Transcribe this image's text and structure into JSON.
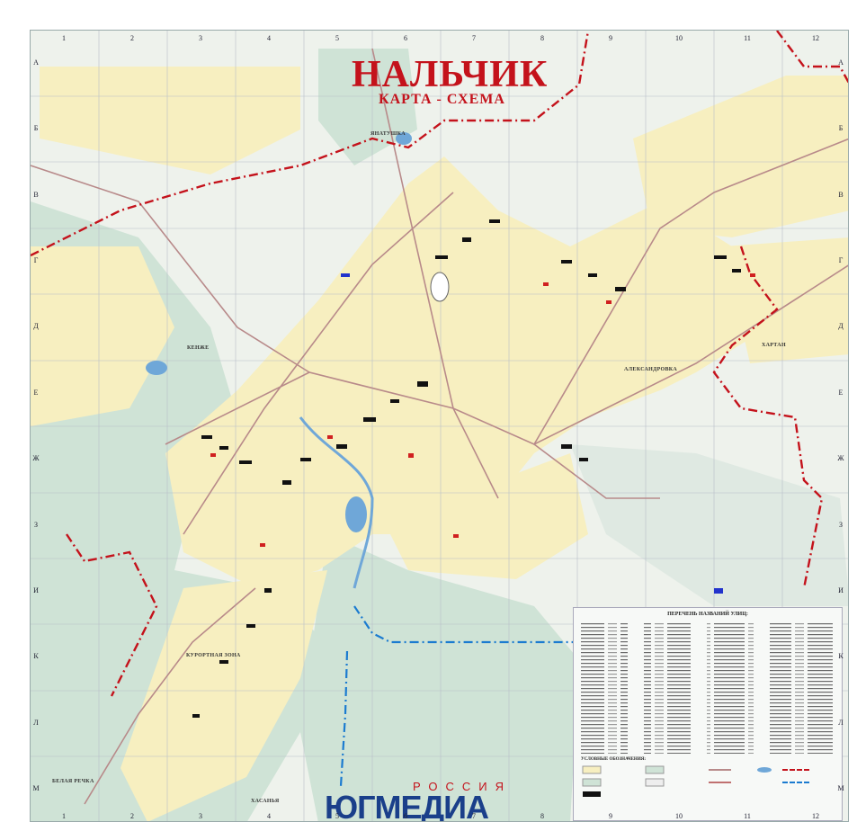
{
  "map": {
    "title": "НАЛЬЧИК",
    "subtitle": "КАРТА - СХЕМА",
    "columns": [
      "1",
      "2",
      "3",
      "4",
      "5",
      "6",
      "7",
      "8",
      "9",
      "10",
      "11",
      "12"
    ],
    "rows": [
      "А",
      "Б",
      "В",
      "Г",
      "Д",
      "Е",
      "Ж",
      "З",
      "И",
      "К",
      "Л",
      "М"
    ],
    "places": {
      "yanktushka": "ЯНАТУШКА",
      "kenzhe": "КЕНЖЕ",
      "aleksandrovka": "АЛЕКСАНДРОВКА",
      "hartan": "ХАРТАН",
      "kurortnaya": "КУРОРТНАЯ ЗОНА",
      "belaya_rechka": "БЕЛАЯ РЕЧКА",
      "hasanya": "ХАСАНЬЯ"
    },
    "colors": {
      "city": "#f7efc0",
      "forest": "#cfe3d6",
      "water": "#6fa7d8",
      "road": "#b88a8a",
      "boundary_red": "#c4121b",
      "boundary_blue": "#1b7bd0",
      "building": "#111111",
      "public_building": "#d02020"
    }
  },
  "legend": {
    "title": "ПЕРЕЧЕНЬ НАЗВАНИЙ УЛИЦ:",
    "symbols_title": "УСЛОВНЫЕ ОБОЗНАЧЕНИЯ:"
  },
  "brand": {
    "top": "РОССИЯ",
    "name": "ЮГМЕДИА"
  }
}
